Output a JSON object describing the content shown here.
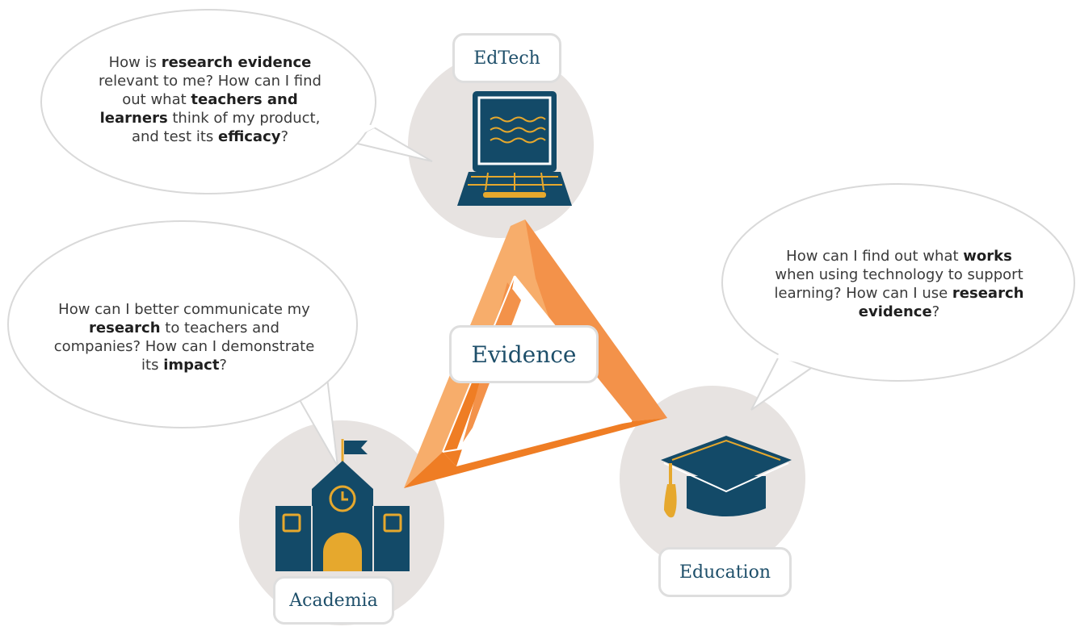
{
  "nodes": {
    "edtech": {
      "label": "EdTech"
    },
    "academia": {
      "label": "Academia"
    },
    "education": {
      "label": "Education"
    }
  },
  "center": {
    "label": "Evidence"
  },
  "bubbles": {
    "edtech": [
      {
        "text": "How is ",
        "bold": false
      },
      {
        "text": "research evidence",
        "bold": true
      },
      {
        "text": " relevant to me? How can I find out what ",
        "bold": false
      },
      {
        "text": "teachers and learners",
        "bold": true
      },
      {
        "text": " think of my product, and test its ",
        "bold": false
      },
      {
        "text": "efficacy",
        "bold": true
      },
      {
        "text": "?",
        "bold": false
      }
    ],
    "academia": [
      {
        "text": "How can I better communicate my ",
        "bold": false
      },
      {
        "text": "research",
        "bold": true
      },
      {
        "text": " to teachers and companies? How can I demonstrate its ",
        "bold": false
      },
      {
        "text": "impact",
        "bold": true
      },
      {
        "text": "?",
        "bold": false
      }
    ],
    "education": [
      {
        "text": "How can I find out what ",
        "bold": false
      },
      {
        "text": "works",
        "bold": true
      },
      {
        "text": " when using technology to support learning? How can I use ",
        "bold": false
      },
      {
        "text": "research evidence",
        "bold": true
      },
      {
        "text": "?",
        "bold": false
      }
    ]
  },
  "colors": {
    "circle": "#e7e3e1",
    "bubble_border": "#d9d9d9",
    "icon_navy": "#134a68",
    "icon_gold": "#e6a82d",
    "triangle_light": "#f7ad6b",
    "triangle_mid": "#f3924a",
    "triangle_dark": "#ef7d24",
    "label_text": "#1e4f6a"
  },
  "icons": {
    "edtech": "laptop-icon",
    "academia": "school-building-icon",
    "education": "graduation-cap-icon"
  }
}
